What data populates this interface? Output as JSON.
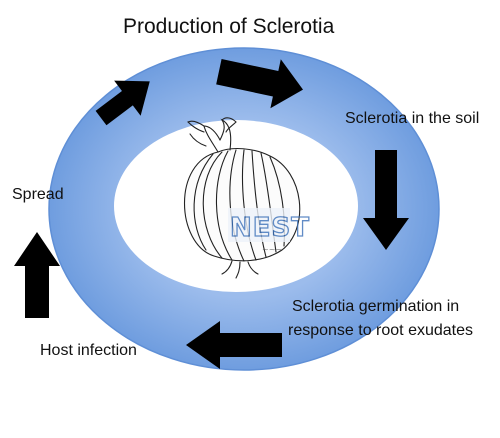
{
  "title": "Production of Sclerotia",
  "labels": {
    "sclerotia_soil": "Sclerotia in the soil",
    "spread": "Spread",
    "germination_line1": "Sclerotia germination in",
    "germination_line2": "response to root exudates",
    "host_infection": "Host infection"
  },
  "logo_text": "NEST",
  "colors": {
    "ring": "#7ea7e3",
    "ring_edge": "#5f8fd6",
    "arrows": "#000000",
    "center": "#ffffff",
    "text": "#111111"
  },
  "icons": {
    "center": "onion-icon",
    "arrows": "arrow-icon"
  }
}
